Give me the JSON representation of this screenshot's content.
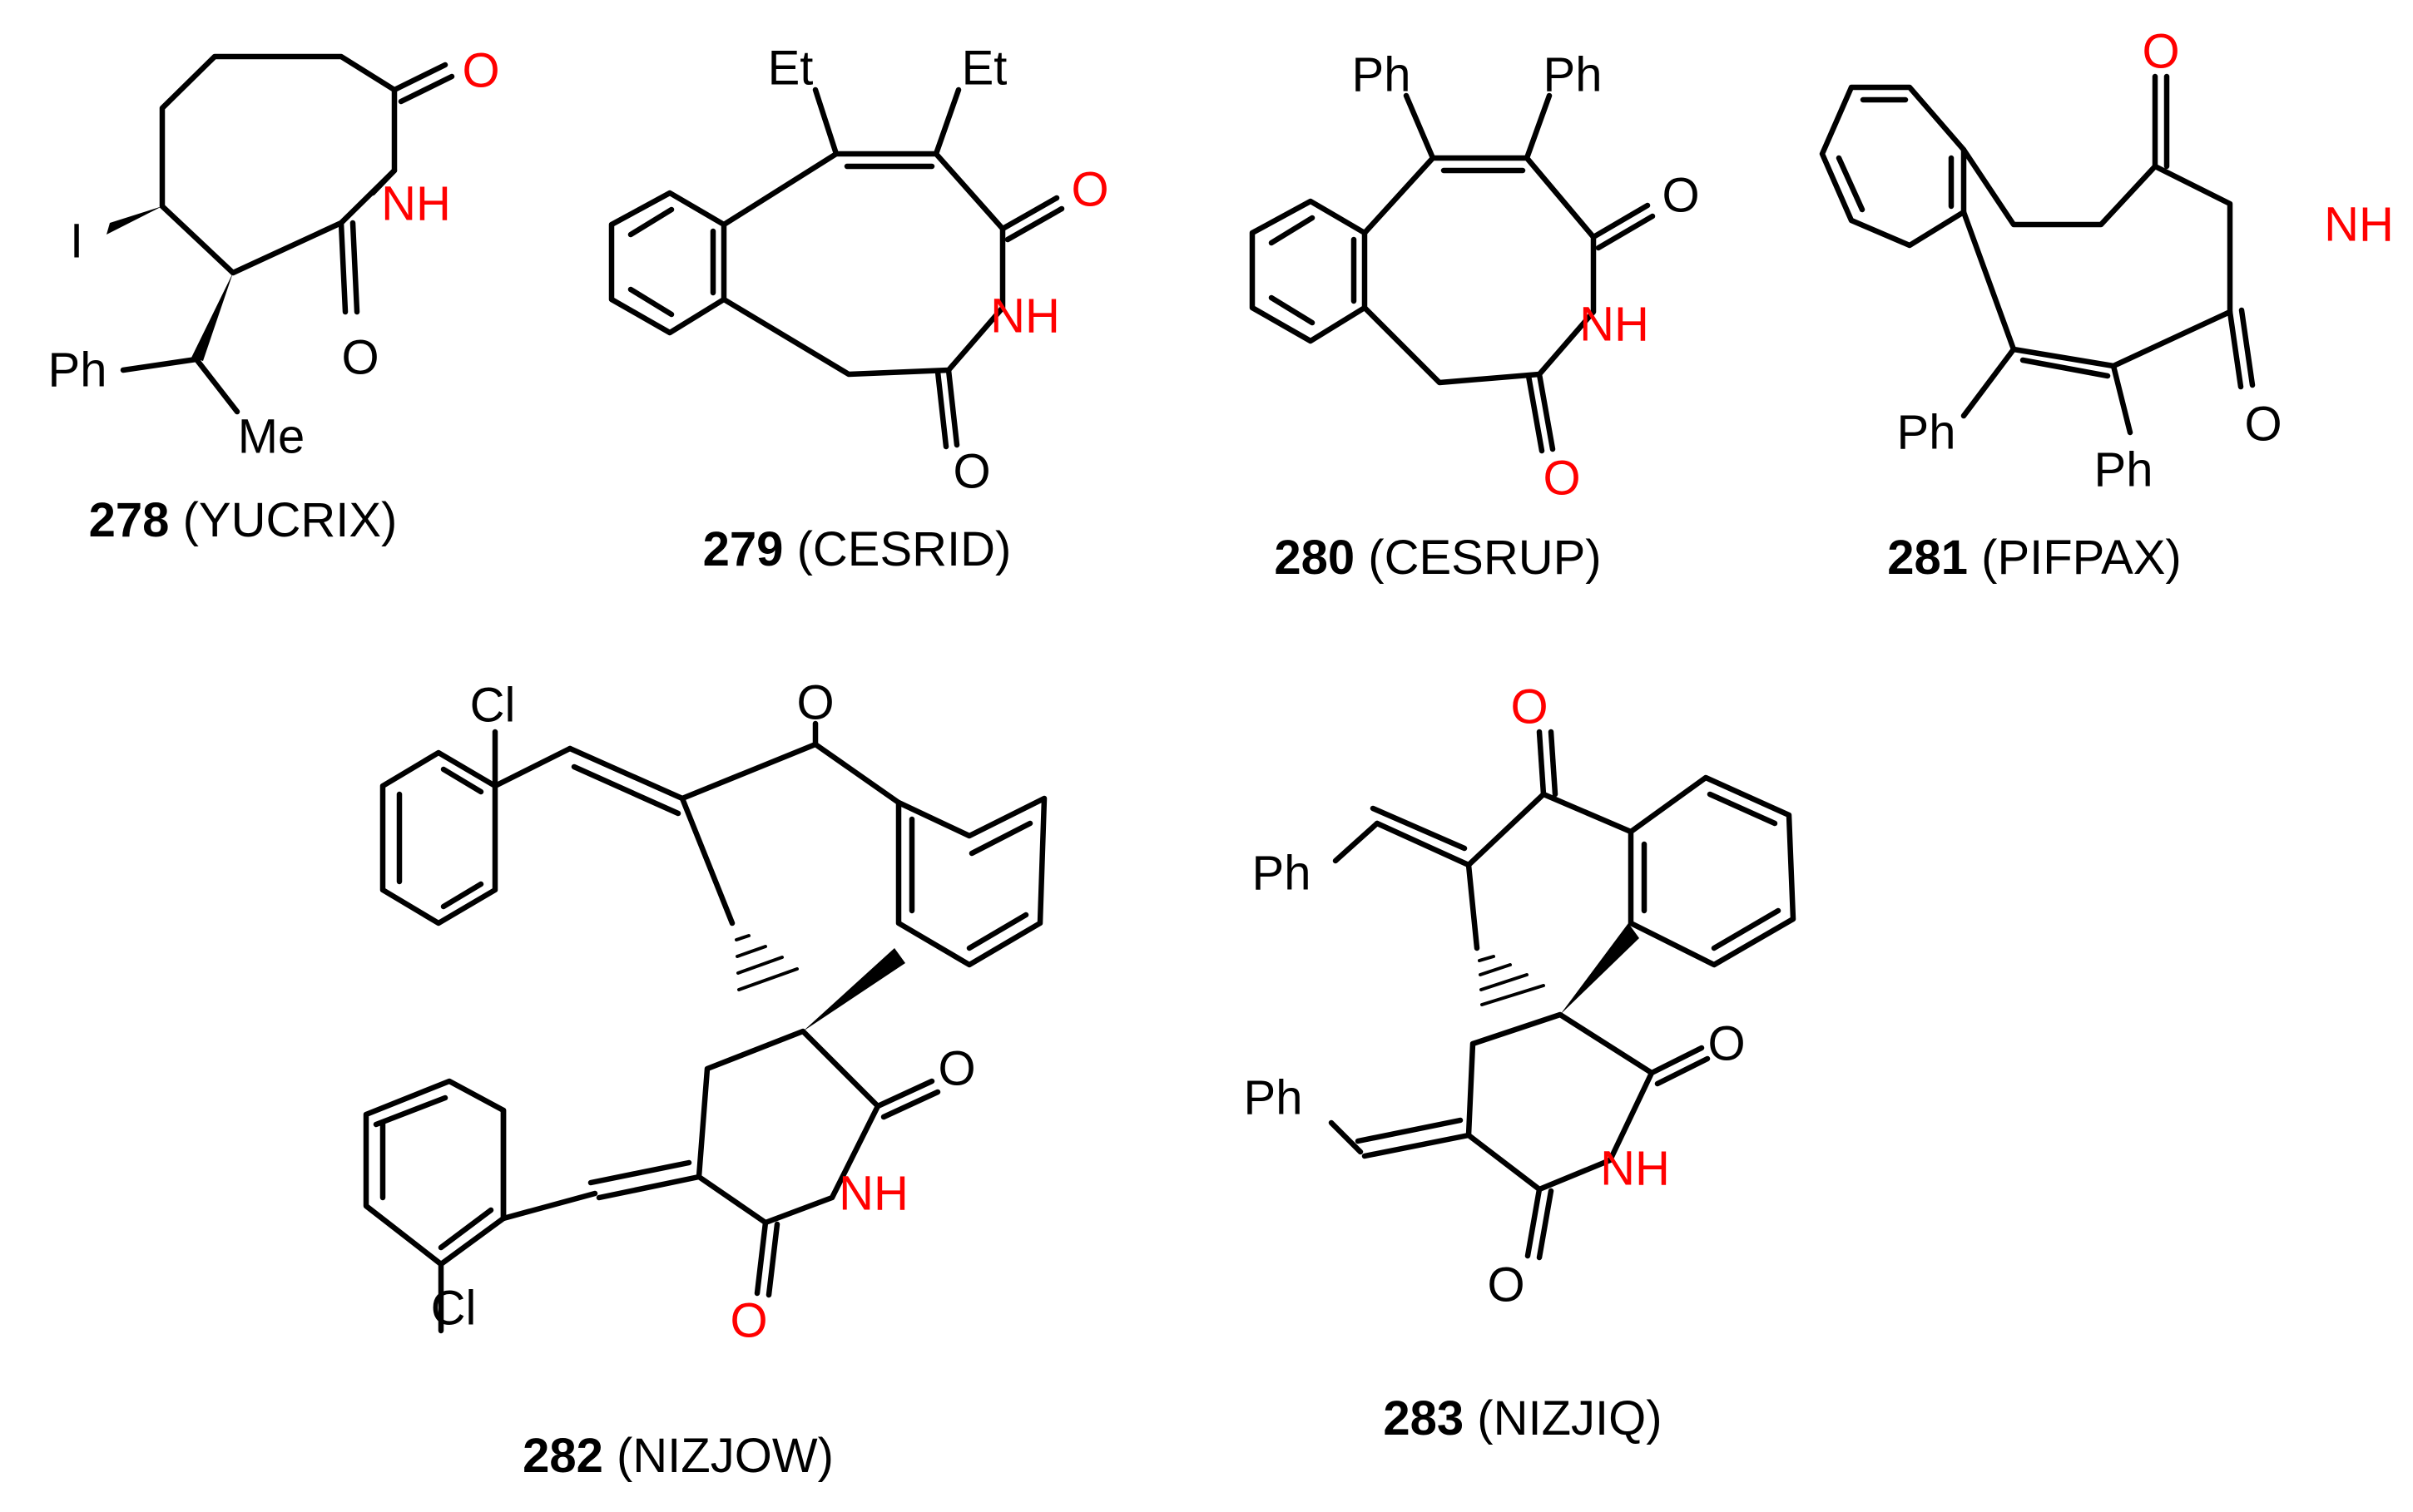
{
  "compounds": [
    {
      "number": "278",
      "code": "(YUCRIX)",
      "atoms": {
        "o1": "O",
        "nh": "NH",
        "o2": "O",
        "i": "I",
        "ph": "Ph",
        "me": "Me"
      }
    },
    {
      "number": "279",
      "code": "(CESRID)",
      "atoms": {
        "et1": "Et",
        "et2": "Et",
        "o1": "O",
        "nh": "NH",
        "o2": "O"
      }
    },
    {
      "number": "280",
      "code": "(CESRUP)",
      "atoms": {
        "ph1": "Ph",
        "ph2": "Ph",
        "o1": "O",
        "nh": "NH",
        "o2": "O"
      }
    },
    {
      "number": "281",
      "code": "(PIFPAX)",
      "atoms": {
        "o1": "O",
        "nh": "NH",
        "o2": "O",
        "ph1": "Ph",
        "ph2": "Ph"
      }
    },
    {
      "number": "282",
      "code": "(NIZJOW)",
      "atoms": {
        "cl1": "Cl",
        "o_ketone": "O",
        "o1": "O",
        "nh": "NH",
        "o2": "O",
        "cl2": "Cl"
      }
    },
    {
      "number": "283",
      "code": "(NIZJIQ)",
      "atoms": {
        "o_ketone": "O",
        "ph1": "Ph",
        "ph2": "Ph",
        "o1": "O",
        "nh": "NH",
        "o2": "O"
      }
    }
  ],
  "colors": {
    "heteroatom_highlight": "#ff0000",
    "default": "#000000"
  }
}
